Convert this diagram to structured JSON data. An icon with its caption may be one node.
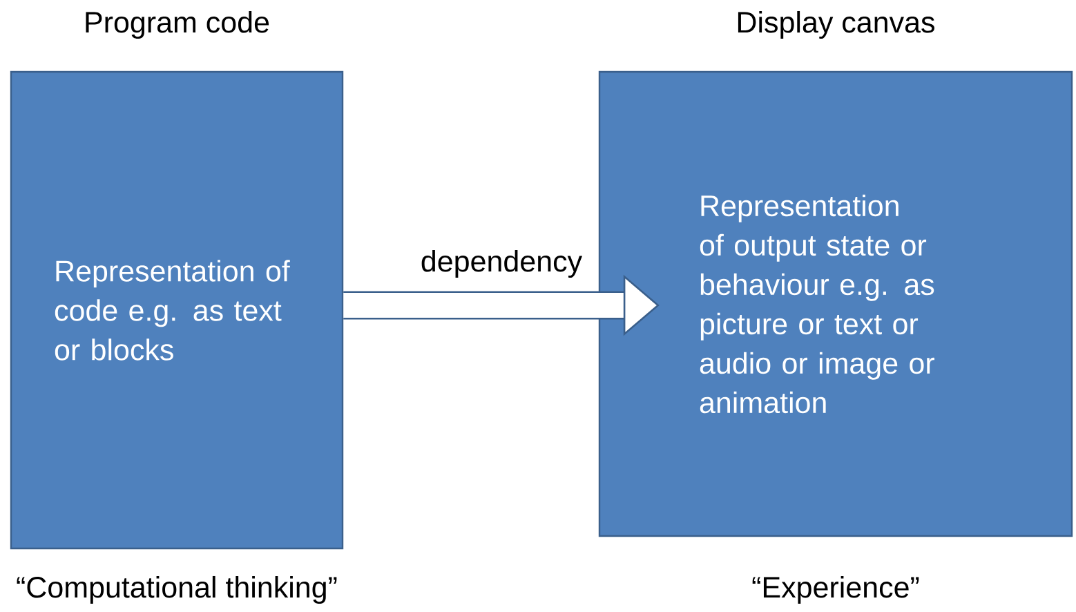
{
  "diagram": {
    "nodes": [
      {
        "text": [
          "Program code",
          "Representation of code e.g. as text or blocks"
        ],
        "beside": [
          "“Computational thinking”"
        ]
      },
      {
        "text": [
          "Display canvas",
          "Representation of output state or behaviour e.g. as picture or text or audio or image or animation"
        ],
        "beside": [
          "“Experience”"
        ]
      }
    ],
    "edges": [
      {
        "from": 0,
        "to": 1,
        "arrow": "to",
        "label": "dependency"
      }
    ]
  }
}
